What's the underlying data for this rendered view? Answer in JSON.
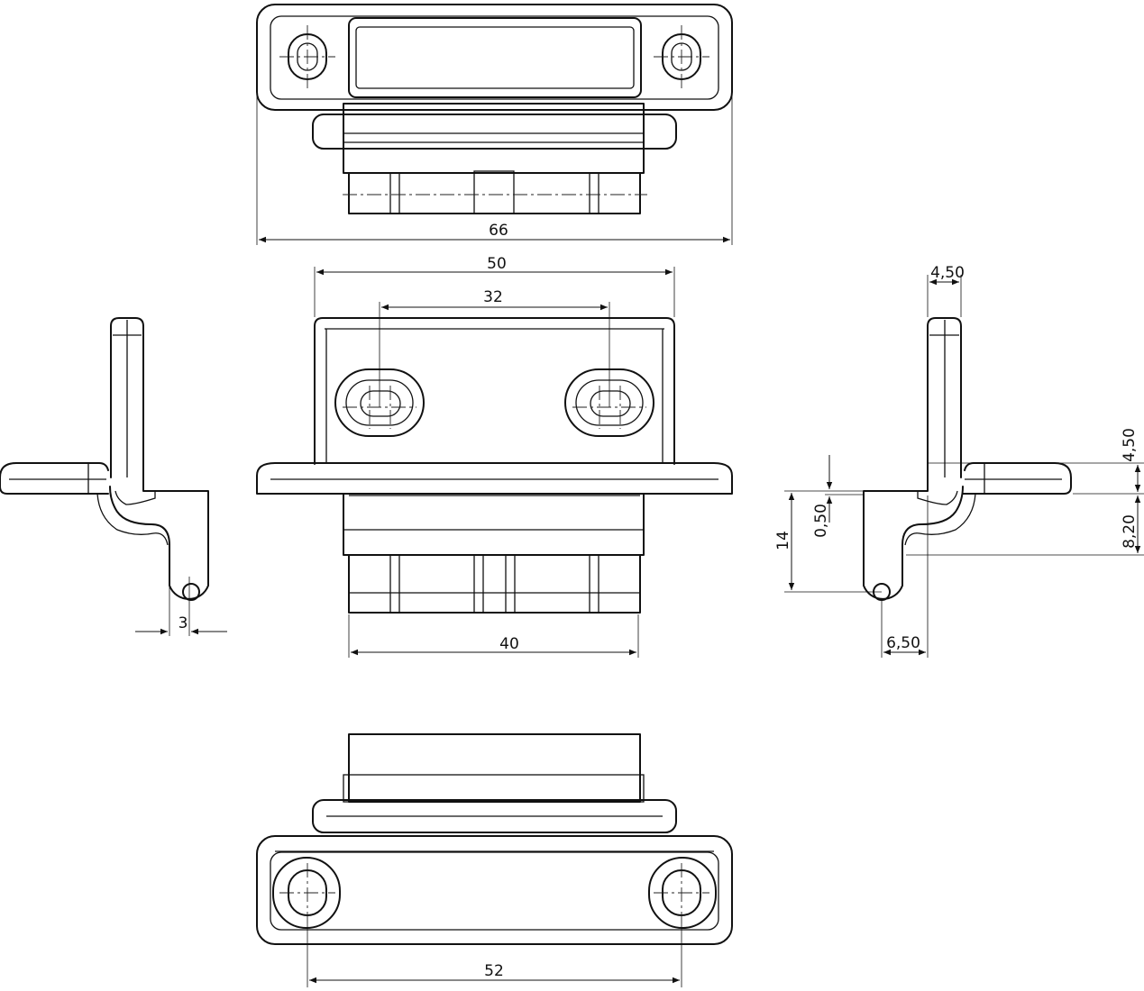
{
  "dimensions": {
    "top_width": "66",
    "front_width": "50",
    "hole_spacing": "32",
    "body_width": "40",
    "left_offset": "3",
    "flange_thickness": "4,50",
    "gap": "0,50",
    "height": "14",
    "flange_height": "4,50",
    "bend_height": "8,20",
    "eye_offset": "6,50",
    "bottom_spacing": "52"
  }
}
